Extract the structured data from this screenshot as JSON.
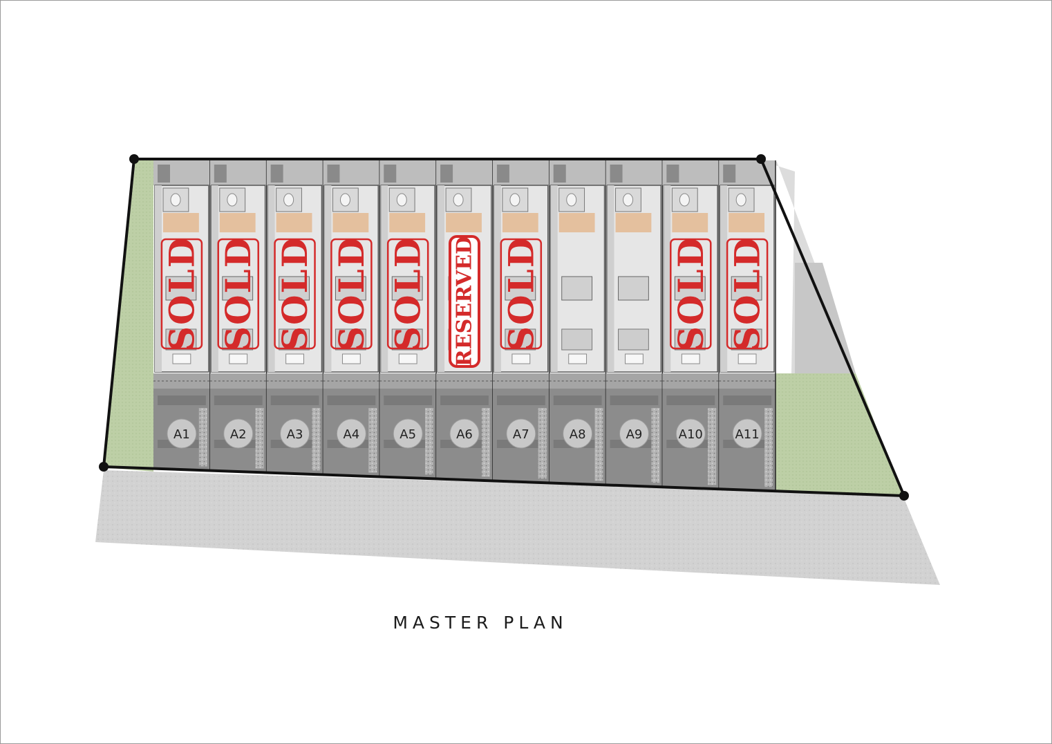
{
  "title": "MASTER PLAN",
  "lots": [
    {
      "id": "A1",
      "status": "SOLD"
    },
    {
      "id": "A2",
      "status": "SOLD"
    },
    {
      "id": "A3",
      "status": "SOLD"
    },
    {
      "id": "A4",
      "status": "SOLD"
    },
    {
      "id": "A5",
      "status": "SOLD"
    },
    {
      "id": "A6",
      "status": "RESERVED"
    },
    {
      "id": "A7",
      "status": "SOLD"
    },
    {
      "id": "A8",
      "status": ""
    },
    {
      "id": "A9",
      "status": ""
    },
    {
      "id": "A10",
      "status": "SOLD"
    },
    {
      "id": "A11",
      "status": "SOLD"
    }
  ],
  "colors": {
    "stamp": "#d42a2a",
    "lawn": "#bfd0a8",
    "road": "#d0d0d0",
    "driveway": "#8c8c8c",
    "interior": "#e6e6e6",
    "wood": "#e3b990"
  }
}
